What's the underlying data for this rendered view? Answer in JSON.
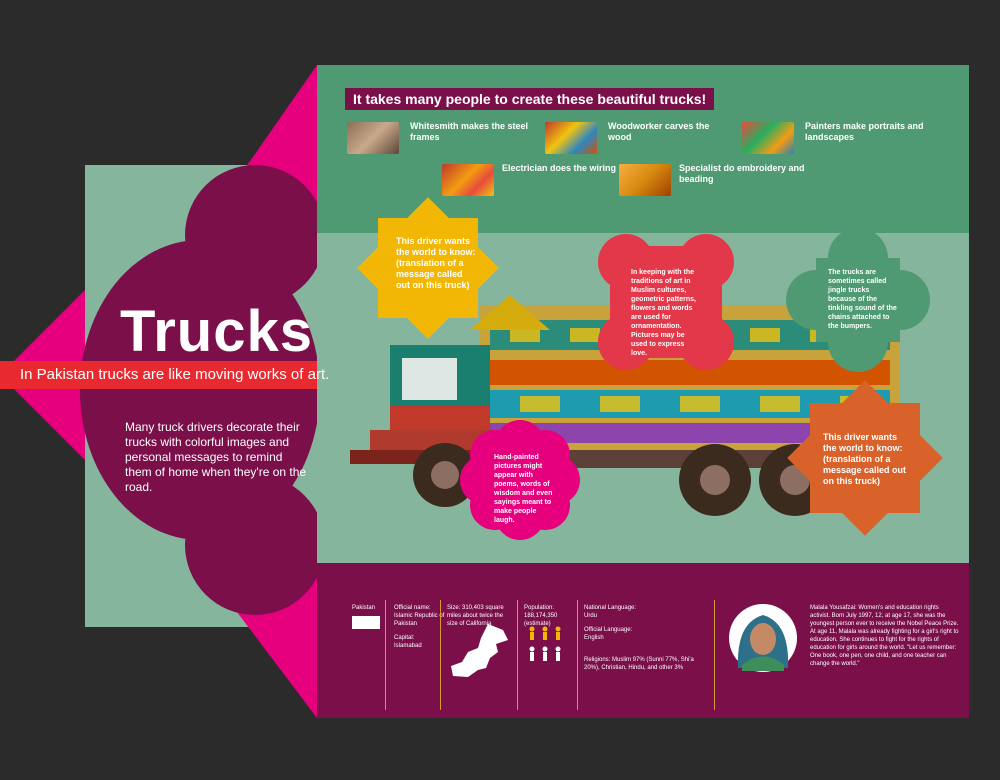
{
  "poster": {
    "title": "Trucks",
    "subtitle": "In Pakistan trucks are like moving works of art.",
    "description": "Many truck drivers decorate their trucks with colorful images and personal messages to remind them of home when they're on the road."
  },
  "creators": {
    "header": "It takes many people to create these beautiful trucks!",
    "roles": [
      {
        "label": "Whitesmith makes the steel frames"
      },
      {
        "label": "Woodworker carves the wood"
      },
      {
        "label": "Painters make portraits and landscapes"
      },
      {
        "label": "Electrician does the wiring"
      },
      {
        "label": "Specialist do embroidery and beading"
      }
    ]
  },
  "callouts": {
    "yellow": "This driver wants the world to know: (translation of a message called out on this truck)",
    "red": "In keeping with the traditions of art in Muslim cultures, geometric patterns, flowers and words are used for ornamentation. Pictures may be used to express love.",
    "green": "The trucks are sometimes called jingle trucks because of the tinkling sound of the chains attached to the bumpers.",
    "orange": "This driver wants the world to know: (translation of a message called out on this truck)",
    "pink": "Hand-painted pictures might appear with poems, words of wisdom and even sayings meant to make people laugh."
  },
  "facts": {
    "country_label": "Pakistan",
    "official_name_label": "Official name:",
    "official_name": "Islamic Republic of Pakistan",
    "capital_label": "Capital:",
    "capital": "Islamabad",
    "size": "Size: 310,403 square miles about twice the size of California",
    "population_label": "Population:",
    "population": "188,174,350 (estimate)",
    "national_language_label": "National Language:",
    "national_language": "Urdu",
    "official_language_label": "Official Language:",
    "official_language": "English",
    "religions": "Religions: Muslim 97% (Sunni 77%, Shi'a 20%), Christian, Hindu, and other 3%"
  },
  "quote": {
    "text": "Malala Yousafzai: Women's and education rights activist. Born July 1997, 12, at age 17, she was the youngest person ever to receive the Nobel Peace Prize. At age 11, Malala was already fighting for a girl's right to education. She continues to fight for the rights of education for girls around the world. \"Let us remember: One book, one pen, one child, and one teacher can change the world.\""
  },
  "colors": {
    "background": "#2b2b2b",
    "magenta": "#e6007e",
    "plum": "#7a0f4a",
    "teal_light": "#86b59d",
    "green": "#4f9a73",
    "red": "#e8292f",
    "yellow": "#f2b705",
    "orange": "#d9622b",
    "gold": "#d59a2c"
  }
}
